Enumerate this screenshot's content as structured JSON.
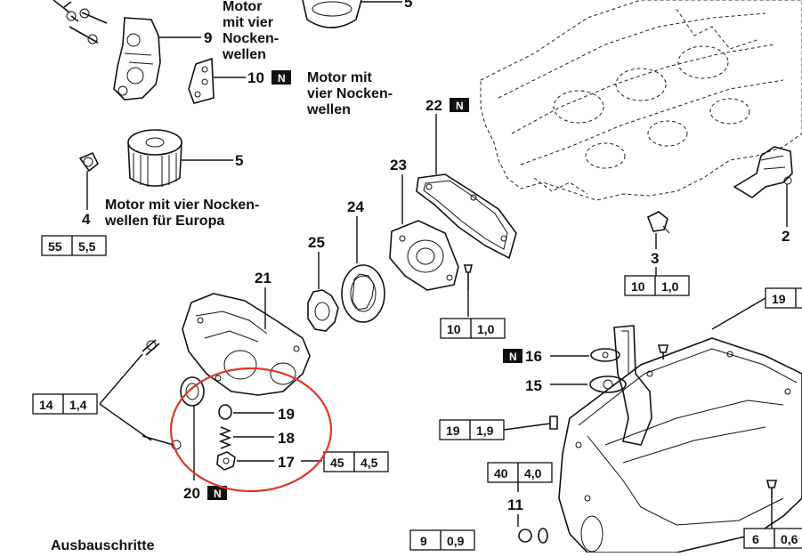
{
  "captions": {
    "top_left": [
      "Motor",
      "mit vier",
      "Nocken-",
      "wellen"
    ],
    "top_mid": [
      "Motor mit",
      "vier Nocken-",
      "wellen"
    ],
    "filter_note": [
      "Motor mit vier Nocken-",
      "wellen für Europa"
    ],
    "footer": "Ausbauschritte"
  },
  "labels": {
    "p2": "2",
    "p3": "3",
    "p4": "4",
    "p5": "5",
    "p5b": "5",
    "p9": "9",
    "p10": "10",
    "p11": "11",
    "p15": "15",
    "p16": "16",
    "p17": "17",
    "p18": "18",
    "p19": "19",
    "p19b": "19",
    "p20": "20",
    "p21": "21",
    "p22": "22",
    "p23": "23",
    "p24": "24",
    "p25": "25",
    "n": "N"
  },
  "torques": {
    "t4": [
      "55",
      "5,5"
    ],
    "t14": [
      "14",
      "1,4"
    ],
    "t10": [
      "10",
      "1,0"
    ],
    "t3": [
      "10",
      "1,0"
    ],
    "t19": [
      "19",
      "1,9"
    ],
    "t40": [
      "40",
      "4,0"
    ],
    "t45": [
      "45",
      "4,5"
    ],
    "t9": [
      "9",
      "0,9"
    ],
    "t6": [
      "6",
      "0,6"
    ],
    "t19r": [
      "19",
      ""
    ]
  },
  "highlight_color": "#e0352b"
}
